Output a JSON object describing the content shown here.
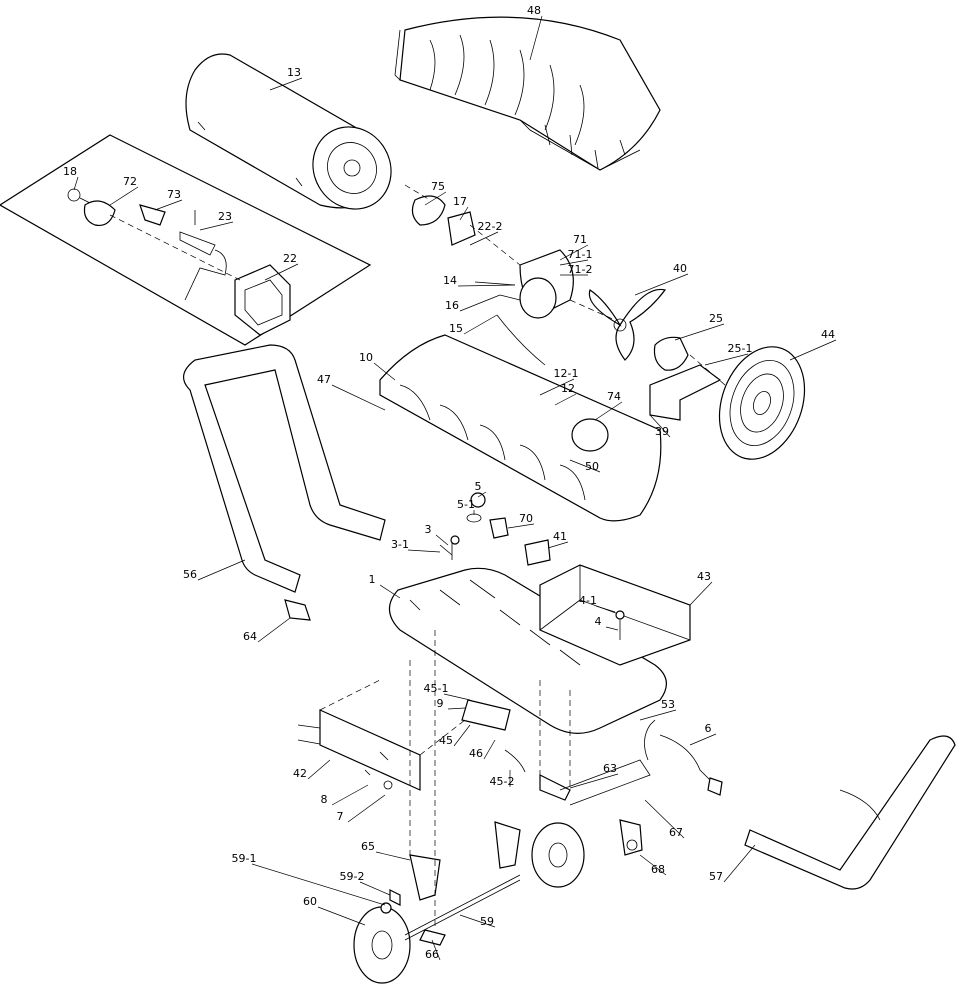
{
  "labels": [
    "48",
    "13",
    "18",
    "72",
    "73",
    "23",
    "22",
    "75",
    "17",
    "22-2",
    "71",
    "71-1",
    "71-2",
    "14",
    "16",
    "15",
    "40",
    "25",
    "25-1",
    "44",
    "10",
    "47",
    "12-1",
    "12",
    "74",
    "39",
    "50",
    "5",
    "5-1",
    "70",
    "3",
    "3-1",
    "41",
    "43",
    "56",
    "1",
    "4-1",
    "4",
    "64",
    "45-1",
    "9",
    "53",
    "6",
    "45",
    "46",
    "42",
    "45-2",
    "63",
    "8",
    "7",
    "67",
    "65",
    "59-1",
    "59-2",
    "68",
    "57",
    "60",
    "59",
    "66"
  ]
}
